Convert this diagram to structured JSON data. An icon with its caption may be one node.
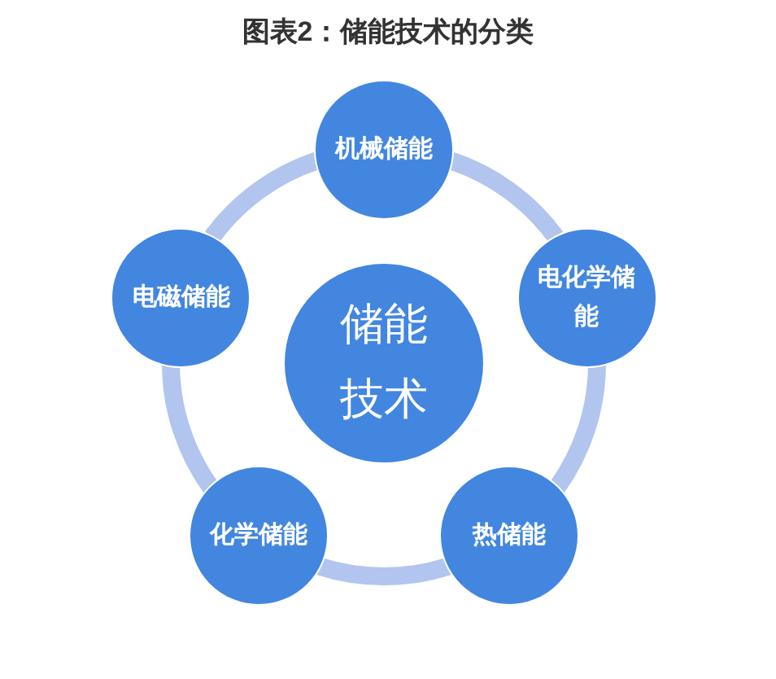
{
  "diagram": {
    "title": "图表2：储能技术的分类",
    "nodes": [
      {
        "text": [
          "机械储能"
        ]
      },
      {
        "text": [
          "电磁储能"
        ]
      },
      {
        "text": [
          "电化学储能"
        ]
      },
      {
        "text": [
          "储能技术"
        ]
      },
      {
        "text": [
          "化学储能"
        ]
      },
      {
        "text": [
          "热储能"
        ]
      }
    ],
    "edges": [
      {
        "from": 0,
        "to": 2,
        "arrow": "none"
      },
      {
        "from": 2,
        "to": 5,
        "arrow": "none"
      },
      {
        "from": 5,
        "to": 4,
        "arrow": "none"
      },
      {
        "from": 4,
        "to": 1,
        "arrow": "none"
      },
      {
        "from": 1,
        "to": 0,
        "arrow": "none"
      }
    ]
  }
}
